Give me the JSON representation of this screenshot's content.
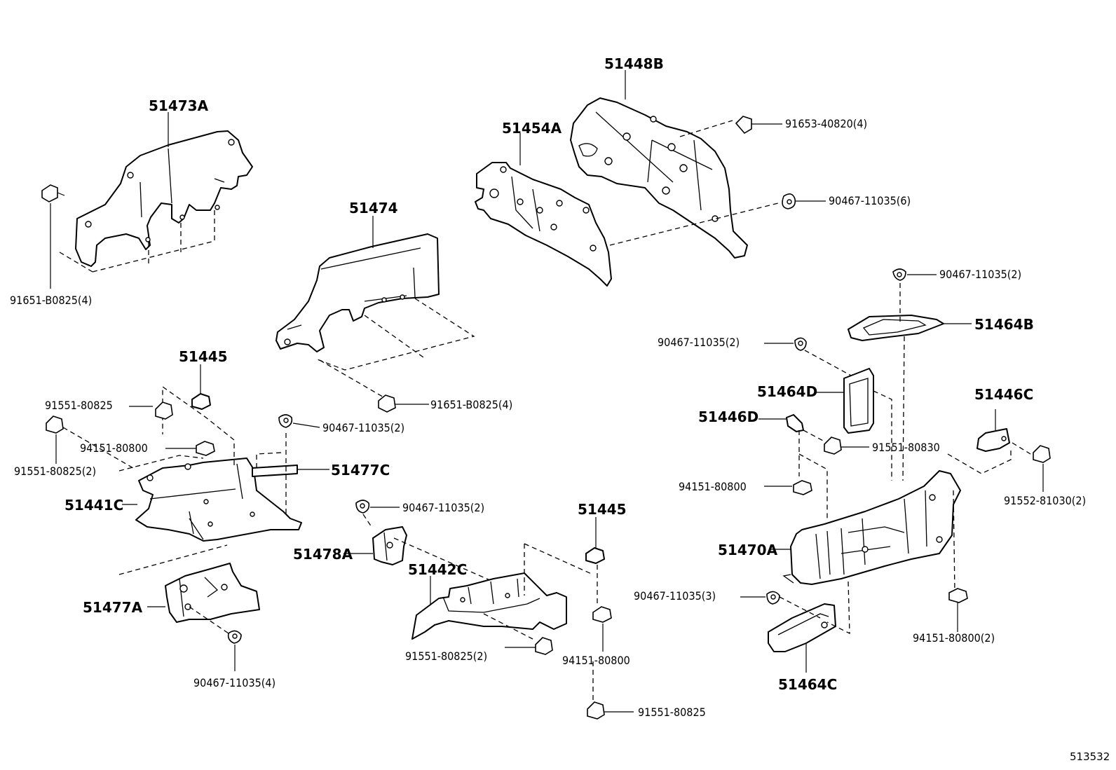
{
  "labels": {
    "p51473A": "51473A",
    "p51448B": "51448B",
    "p51454A": "51454A",
    "p51474": "51474",
    "p51445_top": "51445",
    "p51445_mid": "51445",
    "p51464B": "51464B",
    "p51464D": "51464D",
    "p51446D": "51446D",
    "p51446C": "51446C",
    "p51477C": "51477C",
    "p51441C": "51441C",
    "p51478A": "51478A",
    "p51442C": "51442C",
    "p51470A": "51470A",
    "p51477A": "51477A",
    "p51464C": "51464C",
    "f91653_40820": "91653-40820(4)",
    "f90467_11035_6": "90467-11035(6)",
    "f90467_11035_2a": "90467-11035(2)",
    "f91651_B0825_a": "91651-B0825(4)",
    "f91651_B0825_b": "91651-B0825(4)",
    "f90467_11035_2b": "90467-11035(2)",
    "f91551_80825_a": "91551-80825",
    "f90467_11035_2c": "90467-11035(2)",
    "f94151_80800_a": "94151-80800",
    "f91551_80825_2a": "91551-80825(2)",
    "f91551_80830": "91551-80830",
    "f94151_80800_b": "94151-80800",
    "f91552_81030": "91552-81030(2)",
    "f90467_11035_2d": "90467-11035(2)",
    "f90467_11035_3": "90467-11035(3)",
    "f94151_80800_2": "94151-80800(2)",
    "f90467_11035_4": "90467-11035(4)",
    "f91551_80825_2b": "91551-80825(2)",
    "f94151_80800_c": "94151-80800",
    "f91551_80825_b": "91551-80825"
  },
  "reference_number": "513532"
}
